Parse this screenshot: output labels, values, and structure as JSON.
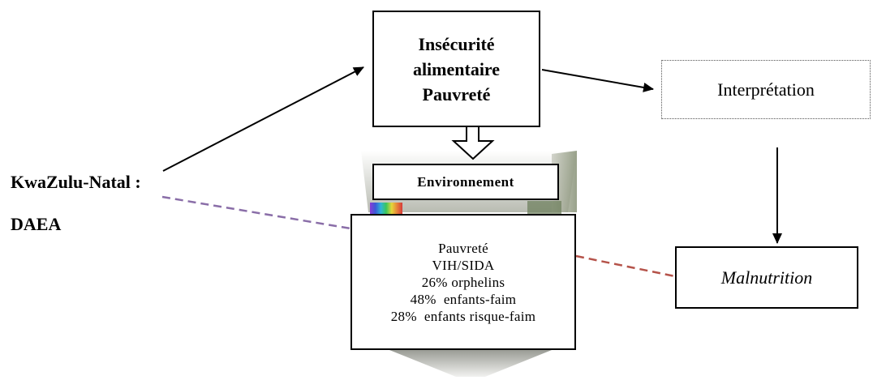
{
  "nodes": {
    "insecurite": {
      "lines": [
        "Insécurité",
        "alimentaire",
        "Pauvreté"
      ]
    },
    "interpretation": {
      "label": "Interprétation"
    },
    "environnement": {
      "label": "Environnement"
    },
    "stats": {
      "lines": [
        "Pauvreté",
        "VIH/SIDA",
        "26% orphelins",
        "48%  enfants-faim",
        "28%  enfants risque-faim"
      ]
    },
    "malnutrition": {
      "label": "Malnutrition"
    },
    "kwazulu": {
      "label": "KwaZulu-Natal :"
    },
    "daea": {
      "label": "DAEA"
    }
  },
  "colors": {
    "purple_dashed": "#8a6ea8",
    "red_dashed": "#b5534a"
  }
}
